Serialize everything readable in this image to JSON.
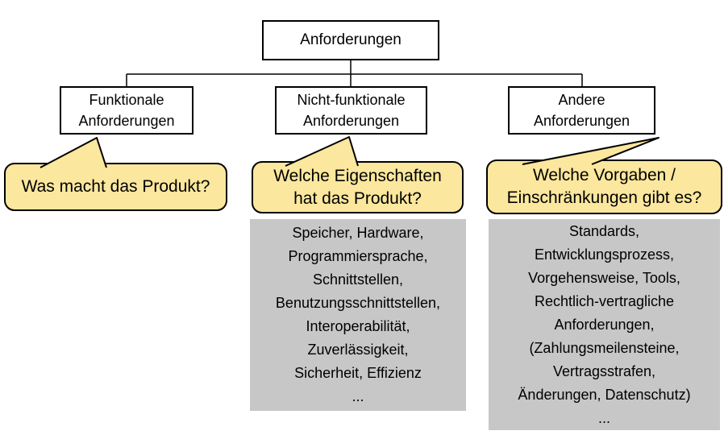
{
  "diagram_title": "Anforderungen",
  "colors": {
    "callout_fill": "#FBE79D",
    "detail_fill": "#C7C7C7",
    "node_fill": "#FFFFFF",
    "line": "#000000",
    "text": "#000000"
  },
  "tree": {
    "root": {
      "label": "Anforderungen"
    },
    "children": [
      {
        "label": "Funktionale\nAnforderungen"
      },
      {
        "label": "Nicht-funktionale\nAnforderungen"
      },
      {
        "label": "Andere\nAnforderungen"
      }
    ]
  },
  "callouts": [
    {
      "text": "Was macht das Produkt?"
    },
    {
      "text": "Welche Eigenschaften\nhat das Produkt?"
    },
    {
      "text": "Welche Vorgaben /\nEinschränkungen gibt es?"
    }
  ],
  "details": [
    {
      "text": "Speicher, Hardware,\nProgrammiersprache,\nSchnittstellen,\nBenutzungsschnittstellen,\nInteroperabilität,\nZuverlässigkeit,\nSicherheit, Effizienz\n..."
    },
    {
      "text": "Standards,\nEntwicklungsprozess,\nVorgehensweise, Tools,\nRechtlich-vertragliche\nAnforderungen,\n(Zahlungsmeilensteine,\nVertragsstrafen,\nÄnderungen, Datenschutz)\n..."
    }
  ]
}
